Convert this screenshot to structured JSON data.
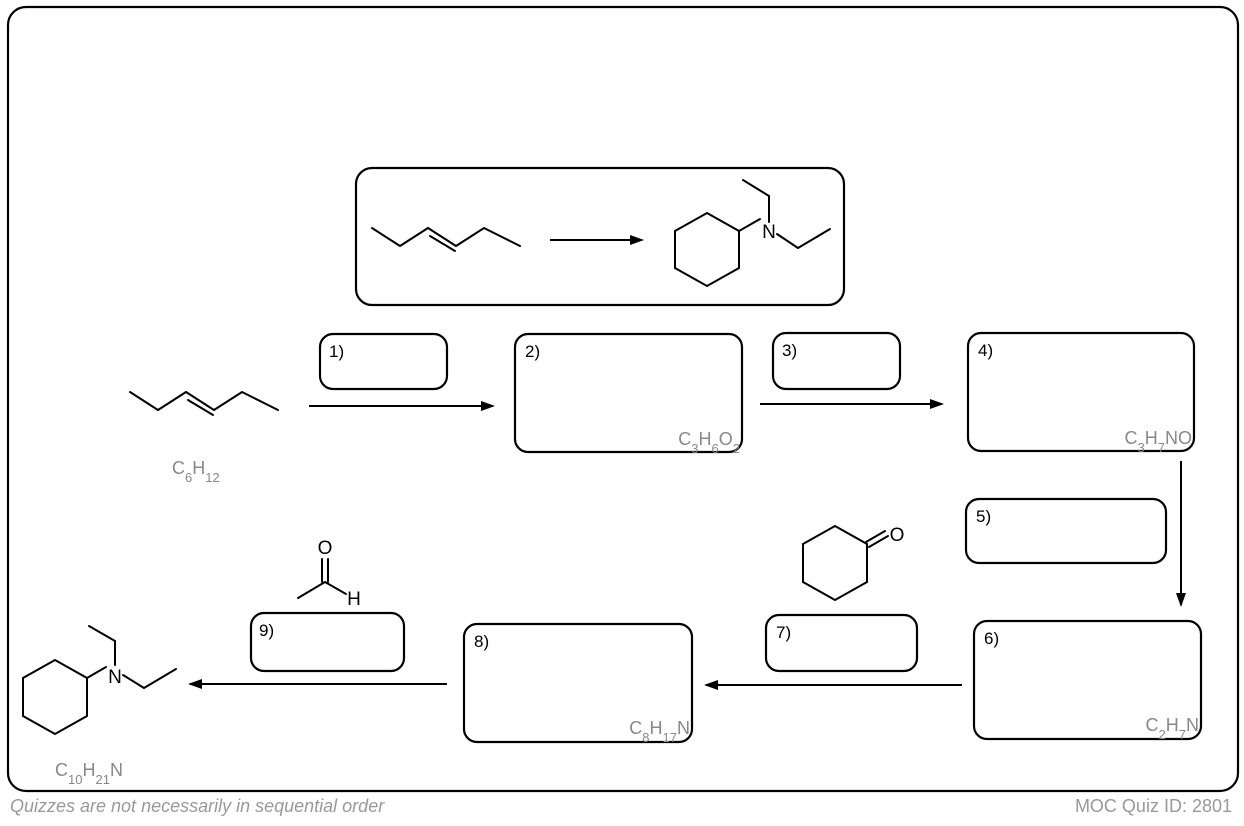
{
  "steps": [
    {
      "number": "1)",
      "formula": ""
    },
    {
      "number": "2)",
      "formula": "C3H6O2"
    },
    {
      "number": "3)",
      "formula": ""
    },
    {
      "number": "4)",
      "formula": "C3H7NO"
    },
    {
      "number": "5)",
      "formula": ""
    },
    {
      "number": "6)",
      "formula": "C2H7N"
    },
    {
      "number": "7)",
      "formula": ""
    },
    {
      "number": "8)",
      "formula": "C8H17N"
    },
    {
      "number": "9)",
      "formula": ""
    }
  ],
  "molecules": {
    "start_formula": "C6H12",
    "product_formula": "C10H21N",
    "amine_atom": "N",
    "oxygen_atom": "O",
    "aldehyde_oxygen": "O",
    "aldehyde_hydrogen": "H"
  },
  "footer": {
    "note": "Quizzes are not necessarily in sequential order",
    "quiz_id": "MOC Quiz ID: 2801"
  },
  "colors": {
    "line": "#000000",
    "formula": "#888888",
    "footer": "#999999"
  }
}
